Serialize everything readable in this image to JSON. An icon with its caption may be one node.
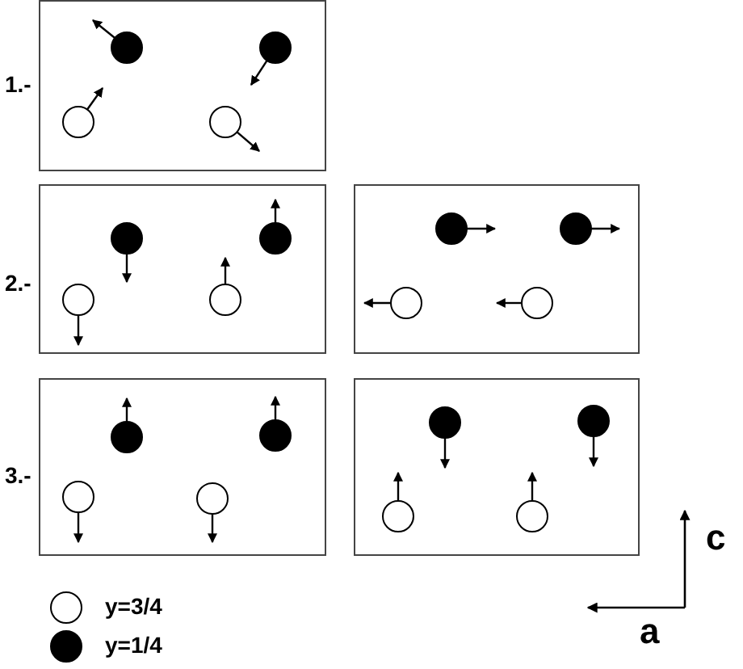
{
  "diagram": {
    "nodes": [
      {
        "text": [],
        "shape": "box"
      },
      {
        "text": [],
        "shape": "box"
      },
      {
        "text": [],
        "shape": "box"
      },
      {
        "text": [],
        "shape": "box"
      },
      {
        "text": [],
        "shape": "box"
      }
    ],
    "labels": [
      "1.-",
      "2.-",
      "3.-",
      "c",
      "a"
    ],
    "legend": [
      {
        "text": "y=3/4",
        "color": "#ffffff"
      },
      {
        "text": "y=1/4",
        "color": "#000000"
      }
    ]
  }
}
